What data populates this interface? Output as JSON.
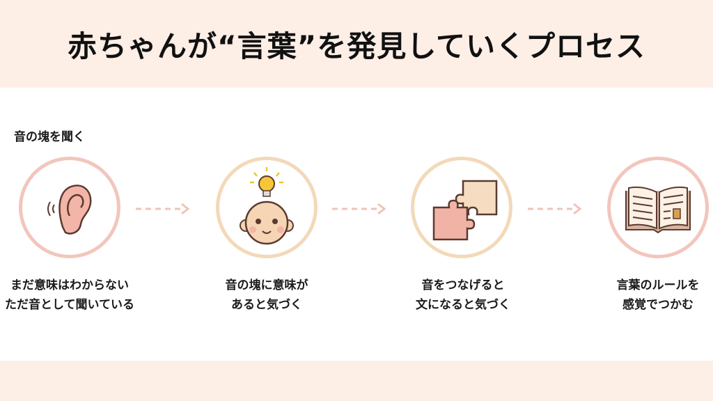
{
  "title": "赤ちゃんが“言葉”を発見していくプロセス",
  "subtitle": "音の塊を聞く",
  "steps": [
    {
      "icon": "ear-icon",
      "line1": "まだ意味はわからない",
      "line2": "ただ音として聞いている",
      "ring_color": "#f2c6bd"
    },
    {
      "icon": "baby-lightbulb-icon",
      "line1": "音の塊に意味が",
      "line2": "あると気づく",
      "ring_color": "#f3d9b9"
    },
    {
      "icon": "puzzle-icon",
      "line1": "音をつなげると",
      "line2": "文になると気づく",
      "ring_color": "#f3d9b9"
    },
    {
      "icon": "book-icon",
      "line1": "言葉のルールを",
      "line2": "感覚でつかむ",
      "ring_color": "#f2c6bd"
    }
  ],
  "colors": {
    "band": "#fdeee6",
    "arrow": "#efc3b8"
  }
}
